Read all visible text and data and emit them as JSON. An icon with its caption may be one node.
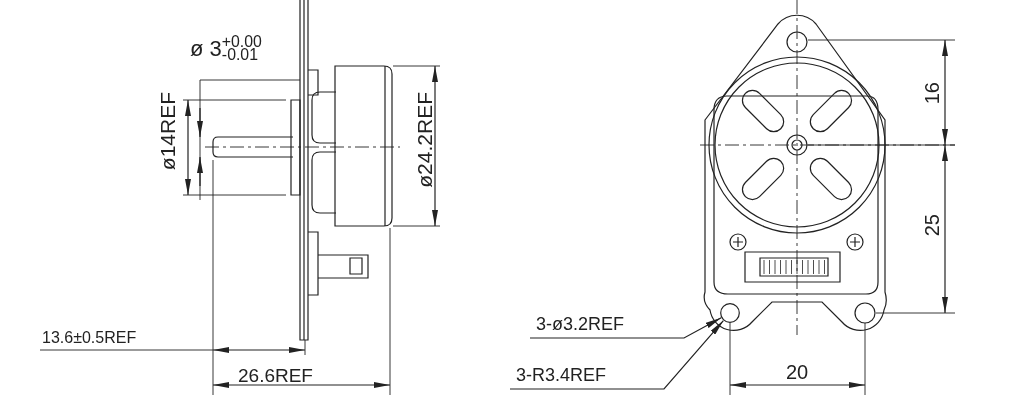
{
  "diagram": {
    "nodes": [
      {
        "text": [
          "3-ø3.2REF"
        ]
      },
      {
        "text": [],
        "shape": "circle"
      },
      {
        "text": [
          "3-R3.4REF"
        ]
      }
    ],
    "edges": [
      {
        "from": 0,
        "to": 1,
        "arrow": "to"
      },
      {
        "from": 2,
        "to": 1,
        "arrow": "to"
      }
    ],
    "labels": [
      "ø 3$^{+0.00}$$_{-0.01}$",
      "ø14REF",
      "ø24.2REF",
      "13.6±0.5REF",
      "26.6REF",
      "16",
      "25",
      "20"
    ]
  }
}
